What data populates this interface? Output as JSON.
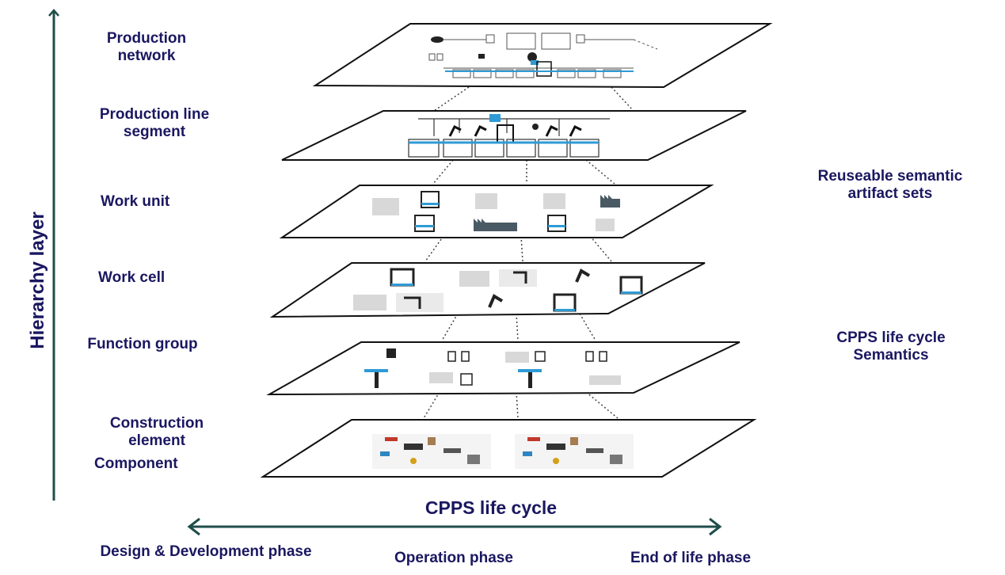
{
  "axes": {
    "vertical_label": "Hierarchy layer",
    "horizontal_label": "CPPS life cycle",
    "arrow_color": "#1f4e4a"
  },
  "layers": [
    {
      "label": "Production network",
      "content": "network-topology-icons"
    },
    {
      "label": "Production line segment",
      "content": "line-segment-icons"
    },
    {
      "label": "Work unit",
      "content": "work-unit-icons"
    },
    {
      "label": "Work cell",
      "content": "robot-cell-icons"
    },
    {
      "label": "Function group",
      "content": "function-group-icons"
    },
    {
      "label": "Construction element",
      "content": "electronic-components-photo"
    },
    {
      "label": "Component",
      "content": "electronic-components-photo"
    }
  ],
  "side_labels": {
    "reuse": "Reuseable semantic artifact sets",
    "semantics": "CPPS life cycle Semantics"
  },
  "phases": [
    {
      "label": "Design & Development phase"
    },
    {
      "label": "Operation phase"
    },
    {
      "label": "End of life phase"
    }
  ],
  "colors": {
    "text": "#1a1760",
    "plane_stroke": "#111111",
    "accent_blue": "#2e9bd6"
  }
}
